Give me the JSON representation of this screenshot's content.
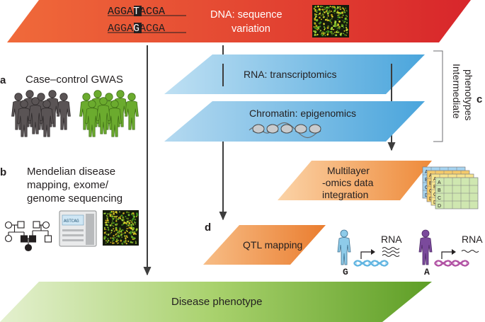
{
  "dna_layer": {
    "seq_top": [
      "AGGA",
      "T",
      "ACGA"
    ],
    "seq_bottom": [
      "AGGA",
      "G",
      "ACGA"
    ],
    "label_line1": "DNA: sequence",
    "label_line2": "variation"
  },
  "rna_layer": {
    "label": "RNA: transcriptomics"
  },
  "chromatin_layer": {
    "label": "Chromatin: epigenomics"
  },
  "intermediate": {
    "line1": "Intermediate",
    "line2": "phenotypes",
    "letter": "c"
  },
  "multilayer": {
    "line1": "Multilayer",
    "line2": "-omics data",
    "line3": "integration",
    "table_letters": [
      "A",
      "B",
      "C",
      "D"
    ]
  },
  "qtl": {
    "label": "QTL mapping",
    "letter": "d",
    "allele_1": "G",
    "allele_2": "A",
    "rna_1": "RNA",
    "rna_2": "RNA"
  },
  "disease": {
    "label": "Disease phenotype"
  },
  "panel_a": {
    "letter": "a",
    "label": "Case–control GWAS"
  },
  "panel_b": {
    "letter": "b",
    "line1": "Mendelian disease",
    "line2": "mapping, exome/",
    "line3": "genome sequencing",
    "sequencer_text": "AGTCAG"
  },
  "colors": {
    "dna": "#e8412c",
    "rna": "#5fb4e1",
    "chromatin": "#74bde6",
    "omics": "#f19a4c",
    "disease": "#8cc152",
    "case_person": "#5a5455",
    "control_person": "#6bab2e",
    "arrow": "#3d3d3d"
  }
}
